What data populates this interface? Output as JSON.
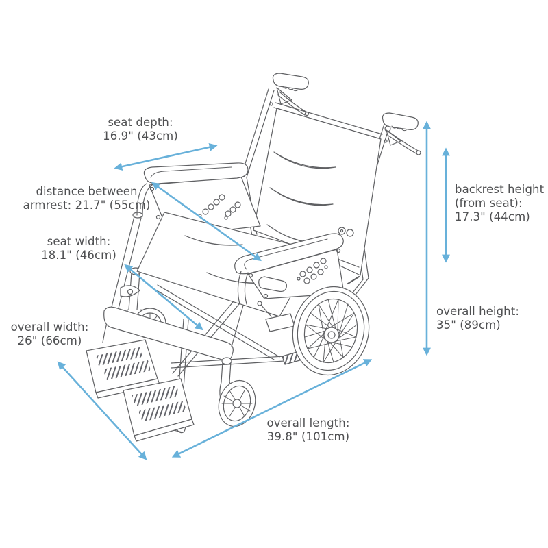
{
  "palette": {
    "arrow_blue": "#68b1da",
    "text_gray": "#4f5052",
    "line_art_gray": "#5f6063",
    "background": "#ffffff"
  },
  "measurements": [
    {
      "id": "seat-depth",
      "lines": [
        "seat depth:",
        "16.9\" (43cm)"
      ]
    },
    {
      "id": "armrest-distance",
      "lines": [
        "distance between",
        "armrest: 21.7\" (55cm)"
      ]
    },
    {
      "id": "seat-width",
      "lines": [
        "seat width:",
        "18.1\" (46cm)"
      ]
    },
    {
      "id": "overall-width",
      "lines": [
        "overall width:",
        "26\" (66cm)"
      ]
    },
    {
      "id": "overall-length",
      "lines": [
        "overall length:",
        "39.8\" (101cm)"
      ]
    },
    {
      "id": "backrest-height",
      "lines": [
        "backrest height",
        "(from seat):",
        "17.3\" (44cm)"
      ]
    },
    {
      "id": "overall-height",
      "lines": [
        "overall height:",
        "35\" (89cm)"
      ]
    }
  ]
}
